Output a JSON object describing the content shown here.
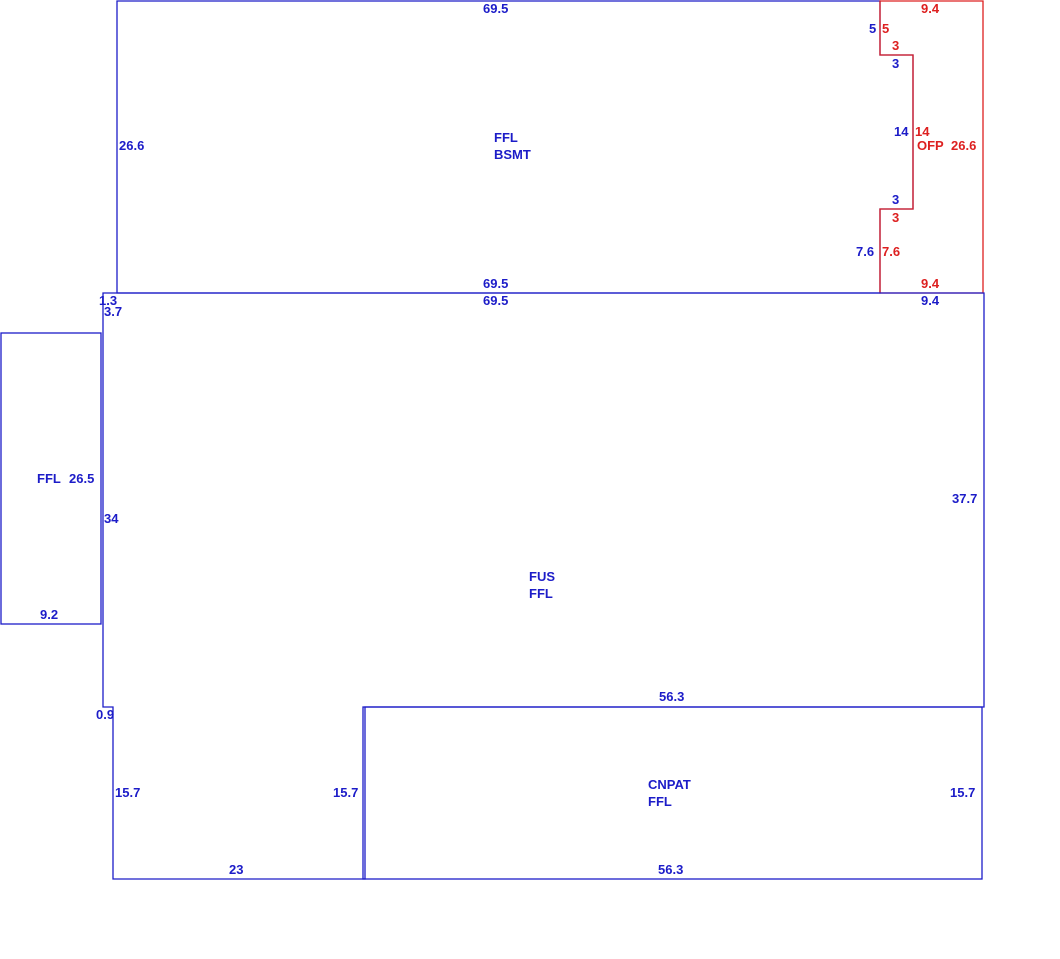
{
  "colors": {
    "outline": "#1c1cc8",
    "porch": "#dd2020",
    "background": "#ffffff"
  },
  "areas": {
    "bsmt": {
      "line1": "FFL",
      "line2": "BSMT"
    },
    "fus": {
      "line1": "FUS",
      "line2": "FFL"
    },
    "cnpat": {
      "line1": "CNPAT",
      "line2": "FFL"
    },
    "ffl_side": {
      "label": "FFL"
    },
    "ofp": {
      "label": "OFP"
    }
  },
  "dimensions": {
    "bsmt_top": "69.5",
    "bsmt_left": "26.6",
    "bsmt_bottom": "69.5",
    "bsmt_step_5": "5",
    "bsmt_step_3_top": "3",
    "bsmt_step_14": "14",
    "bsmt_step_3_bottom": "3",
    "bsmt_step_7_6": "7.6",
    "ofp_top": "9.4",
    "ofp_5": "5",
    "ofp_3_top": "3",
    "ofp_14": "14",
    "ofp_right": "26.6",
    "ofp_3_bottom": "3",
    "ofp_7_6": "7.6",
    "ofp_bottom": "9.4",
    "fus_top_offset": "1.3",
    "fus_top": "69.5",
    "fus_top_right": "9.4",
    "fus_left_upper": "3.7",
    "fus_left": "34",
    "fus_right": "37.7",
    "fus_left_lower": "0.9",
    "side_height": "26.5",
    "side_width": "9.2",
    "cnpat_top": "56.3",
    "cnpat_bottom": "56.3",
    "cnpat_left": "15.7",
    "cnpat_right": "15.7",
    "notch_left": "15.7",
    "notch_bottom": "23"
  }
}
